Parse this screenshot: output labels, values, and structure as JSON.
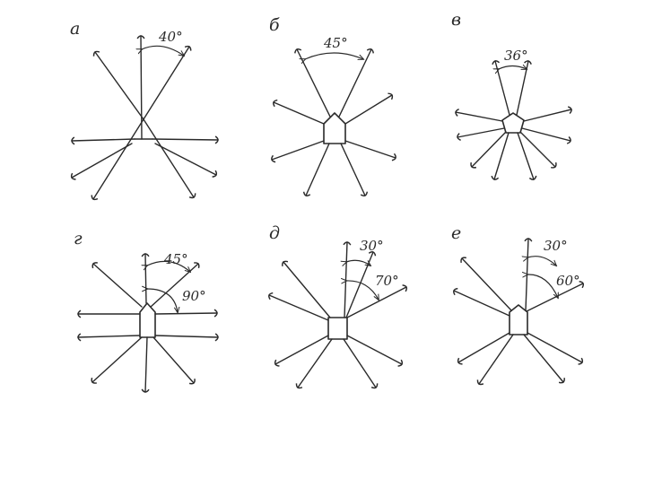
{
  "panels": [
    {
      "letter": "а",
      "angle_label": "40°"
    },
    {
      "letter": "б",
      "angle_label": "45°"
    },
    {
      "letter": "в",
      "angle_label": "36°"
    },
    {
      "letter": "г",
      "angle_labels": [
        "45°",
        "90°"
      ]
    },
    {
      "letter": "д",
      "angle_labels": [
        "30°",
        "70°"
      ]
    },
    {
      "letter": "е",
      "angle_labels": [
        "30°",
        "60°"
      ]
    }
  ]
}
